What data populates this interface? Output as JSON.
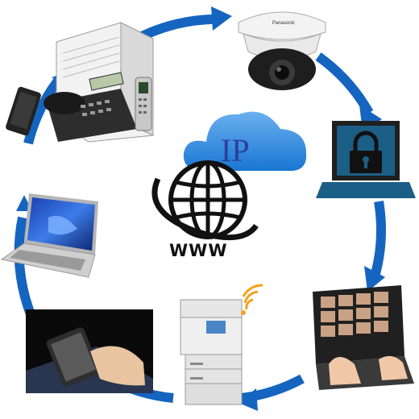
{
  "center": {
    "cloud_label": "IP",
    "globe_label": "WWW"
  },
  "camera": {
    "brand": "Panasonic"
  },
  "colors": {
    "cycle_arrow": "#1565c0",
    "cloud": "#1e88e5",
    "ip_text": "#2b3f9c",
    "lock_screen": "#1b5f86"
  },
  "devices": [
    "pbx-phone-system-icon",
    "security-camera-icon",
    "laptop-lock-icon",
    "video-conference-laptop-icon",
    "network-printer-icon",
    "smartphone-hand-icon",
    "laptop-icon"
  ]
}
